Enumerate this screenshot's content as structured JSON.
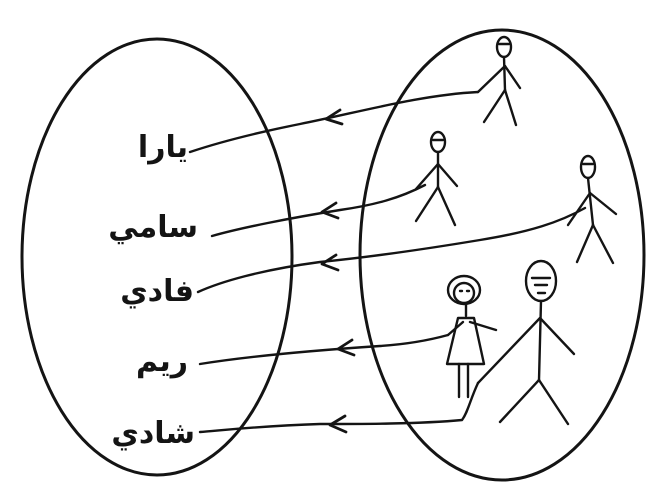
{
  "names": [
    {
      "id": "yara",
      "label": "يارا"
    },
    {
      "id": "sami",
      "label": "سامي"
    },
    {
      "id": "fadi",
      "label": "فادي"
    },
    {
      "id": "reem",
      "label": "ريم"
    },
    {
      "id": "shadi",
      "label": "شادي"
    }
  ],
  "colors": {
    "ink": "#141414",
    "background": "#ffffff"
  },
  "icons": {
    "person": "stick-figure-icon",
    "girl": "girl-figure-icon",
    "tall_person": "tall-stick-figure-icon"
  }
}
